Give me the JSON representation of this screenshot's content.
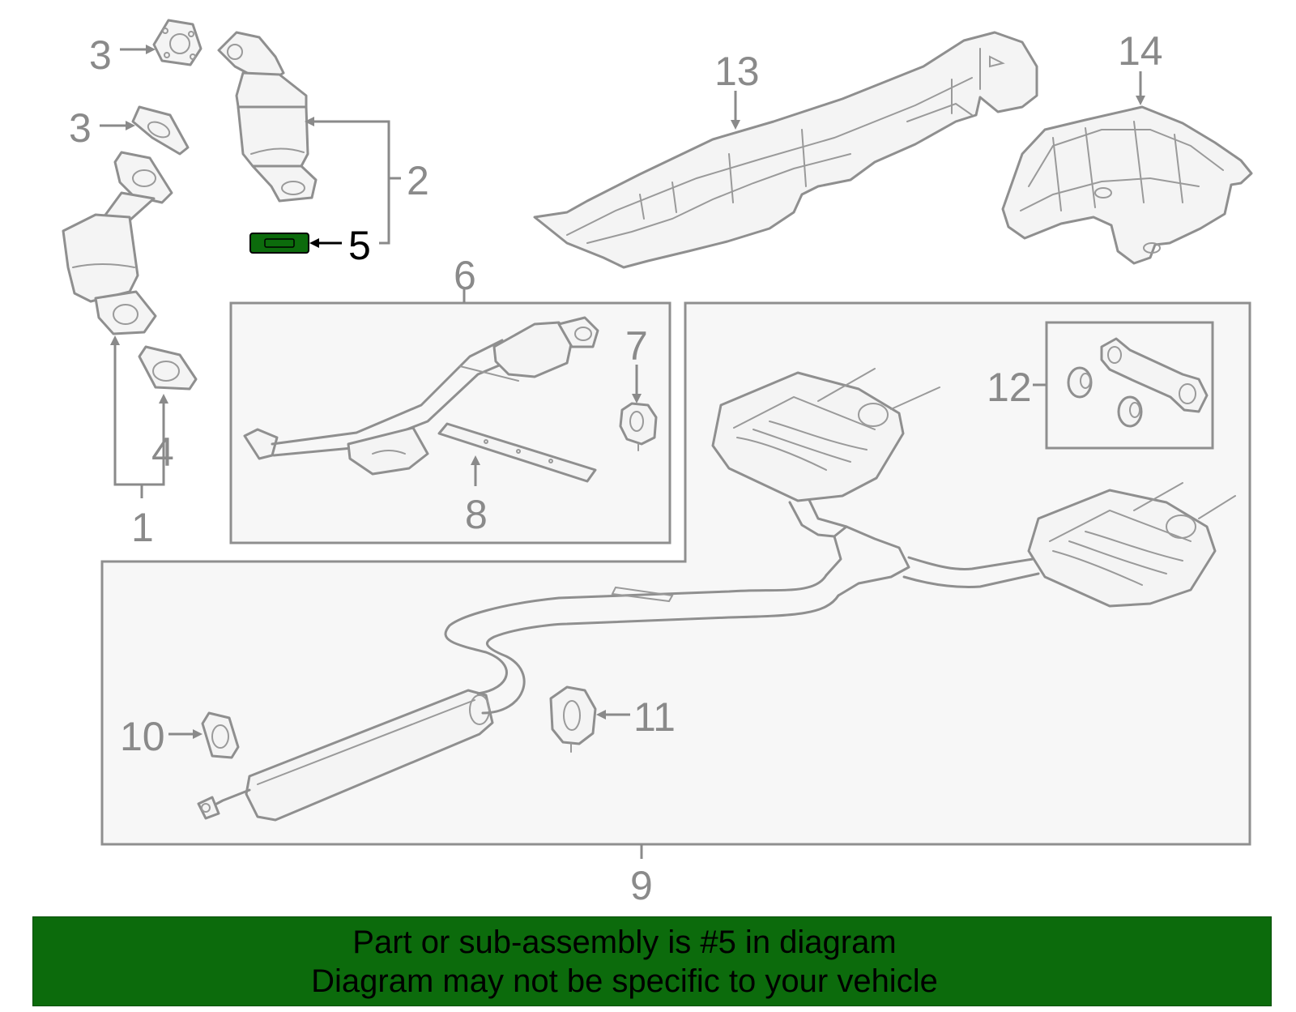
{
  "diagram": {
    "highlight_color": "#0c6b0c",
    "line_color": "#8f8f8f",
    "highlighted_part": "5",
    "callouts": [
      "1",
      "2",
      "3",
      "3",
      "4",
      "5",
      "6",
      "7",
      "8",
      "9",
      "10",
      "11",
      "12",
      "13",
      "14"
    ]
  },
  "banner": {
    "line1": "Part or sub-assembly is #5 in diagram",
    "line2": "Diagram may not be specific to your vehicle"
  }
}
